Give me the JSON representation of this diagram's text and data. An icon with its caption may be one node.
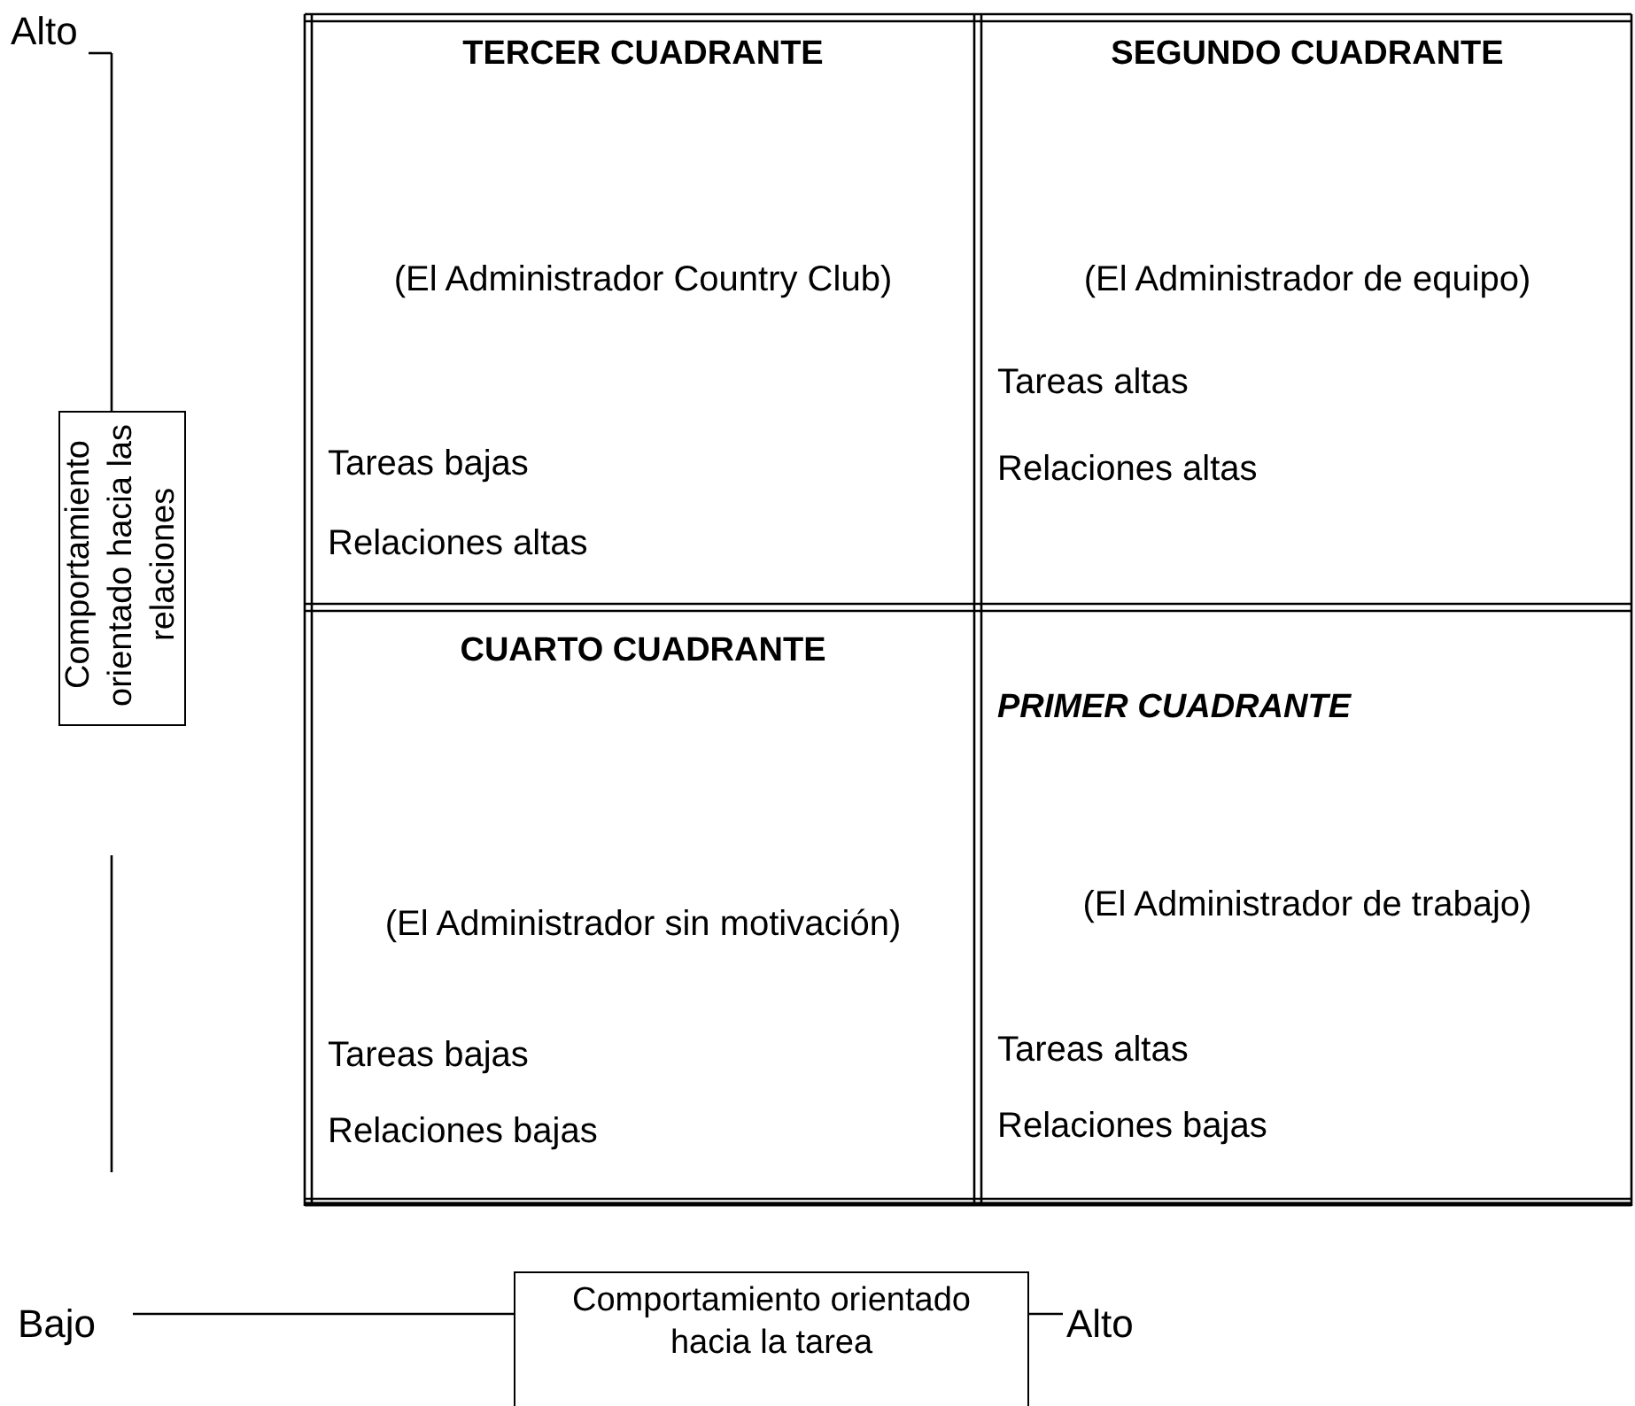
{
  "diagram": {
    "nodes": [
      {
        "text": [
          "TERCER CUADRANTE",
          "(El Administrador Country Club)",
          "Tareas bajas",
          "Relaciones altas"
        ]
      },
      {
        "text": [
          "SEGUNDO CUADRANTE",
          "(El Administrador de equipo)",
          "Tareas altas",
          "Relaciones altas"
        ]
      },
      {
        "text": [
          "Comportamiento orientado hacia las relaciones"
        ]
      },
      {
        "text": [
          "CUARTO CUADRANTE",
          "(El Administrador sin motivación)",
          "Tareas bajas",
          "Relaciones bajas"
        ]
      },
      {
        "text": [
          "PRIMER CUADRANTE",
          "(El Administrador de trabajo)",
          "Tareas altas",
          "Relaciones bajas"
        ]
      },
      {
        "text": [
          "Comportamiento orientado hacia la tarea"
        ]
      }
    ],
    "edges": [],
    "labels": [
      "Alto",
      "Bajo",
      "Alto"
    ]
  }
}
